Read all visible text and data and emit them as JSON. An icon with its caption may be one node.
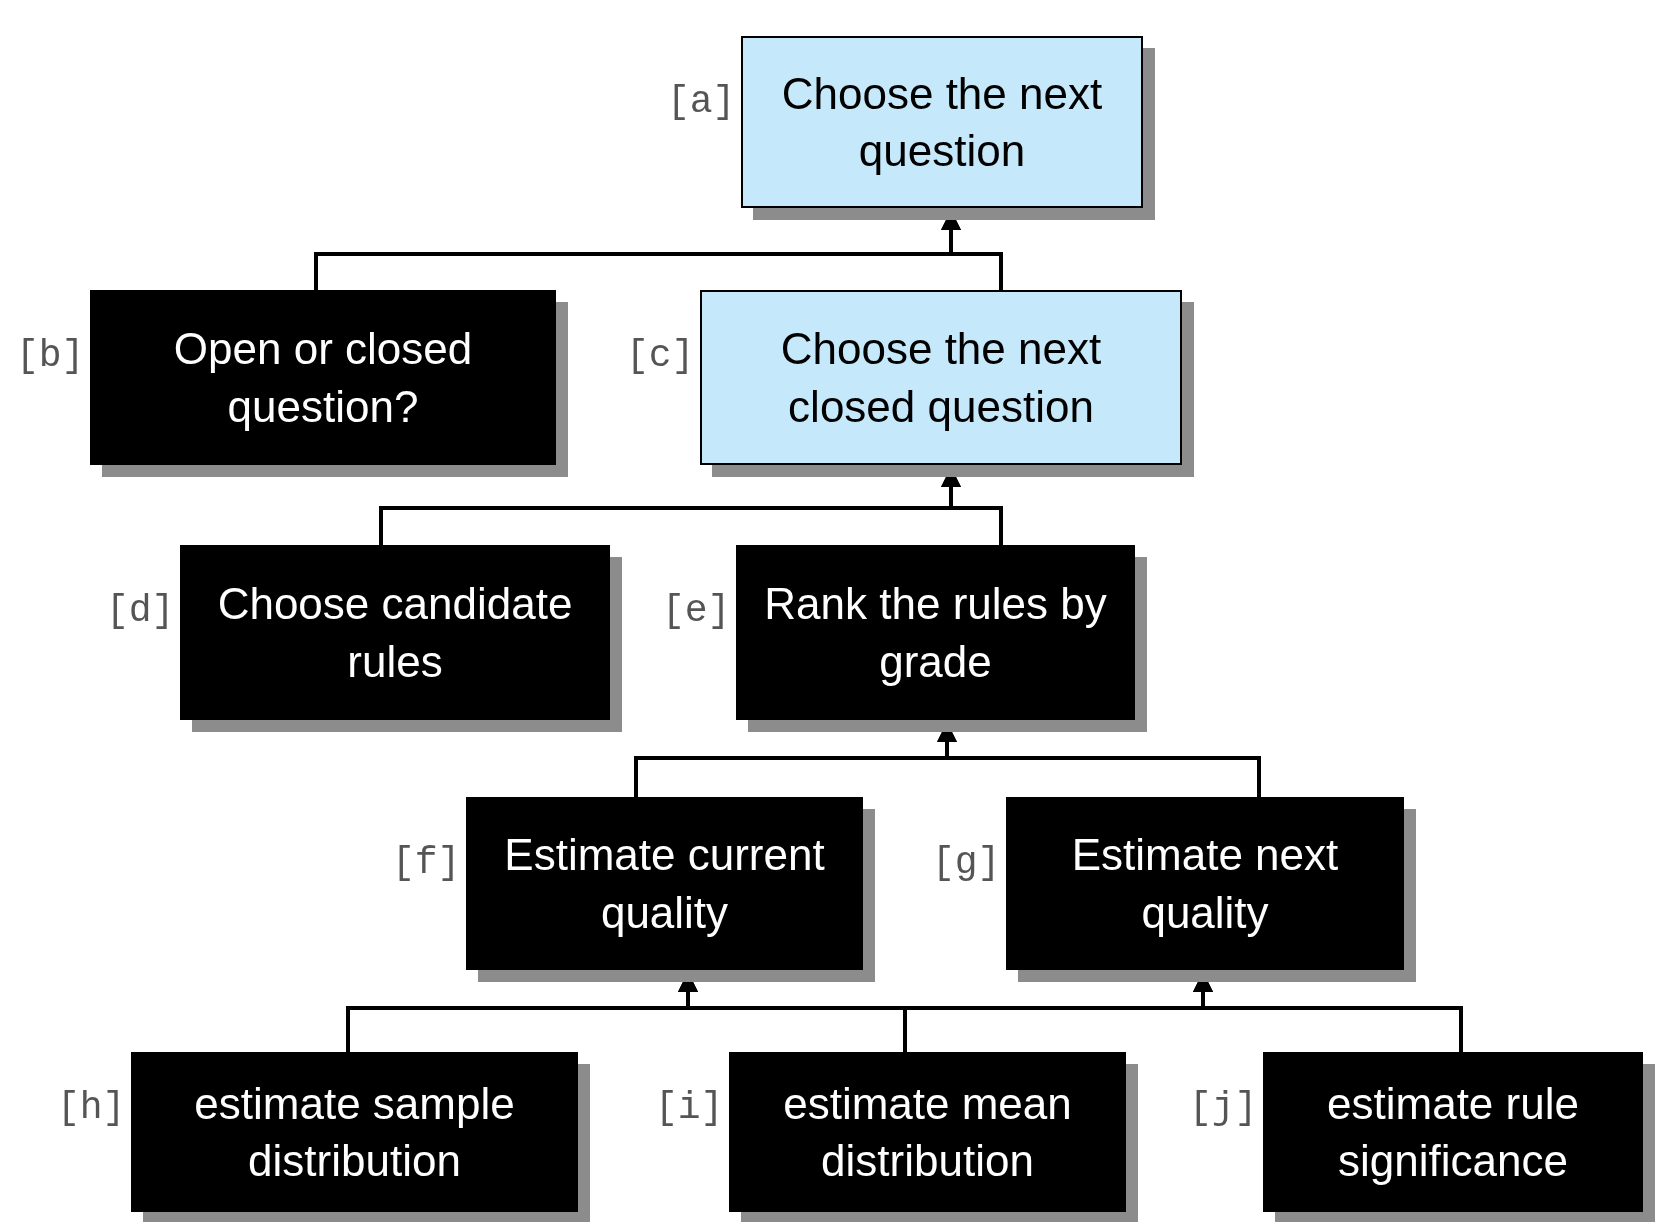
{
  "diagram": {
    "nodes": [
      {
        "text": [
          "Choose the next question"
        ],
        "beside": [
          "[a]"
        ]
      },
      {
        "text": [
          "Open or closed question?"
        ],
        "beside": [
          "[b]"
        ]
      },
      {
        "text": [
          "Choose the next closed question"
        ],
        "beside": [
          "[c]"
        ]
      },
      {
        "text": [
          "Choose candidate rules"
        ],
        "beside": [
          "[d]"
        ]
      },
      {
        "text": [
          "Rank the rules by grade"
        ],
        "beside": [
          "[e]"
        ]
      },
      {
        "text": [
          "Estimate current quality"
        ],
        "beside": [
          "[f]"
        ]
      },
      {
        "text": [
          "Estimate next quality"
        ],
        "beside": [
          "[g]"
        ]
      },
      {
        "text": [
          "estimate sample distribution"
        ],
        "beside": [
          "[h]"
        ]
      },
      {
        "text": [
          "estimate mean distribution"
        ],
        "beside": [
          "[i]"
        ]
      },
      {
        "text": [
          "estimate rule significance"
        ],
        "beside": [
          "[j]"
        ]
      }
    ],
    "edges": [
      {
        "from": 1,
        "to": 0,
        "arrow": "to"
      },
      {
        "from": 2,
        "to": 0,
        "arrow": "to"
      },
      {
        "from": 3,
        "to": 2,
        "arrow": "to"
      },
      {
        "from": 4,
        "to": 2,
        "arrow": "to"
      },
      {
        "from": 5,
        "to": 4,
        "arrow": "to"
      },
      {
        "from": 6,
        "to": 4,
        "arrow": "to"
      },
      {
        "from": 7,
        "to": 5,
        "arrow": "to"
      },
      {
        "from": 8,
        "to": 5,
        "arrow": "to"
      },
      {
        "from": 9,
        "to": 5,
        "arrow": "to"
      },
      {
        "from": 7,
        "to": 6,
        "arrow": "to"
      },
      {
        "from": 8,
        "to": 6,
        "arrow": "to"
      },
      {
        "from": 9,
        "to": 6,
        "arrow": "to"
      }
    ]
  }
}
